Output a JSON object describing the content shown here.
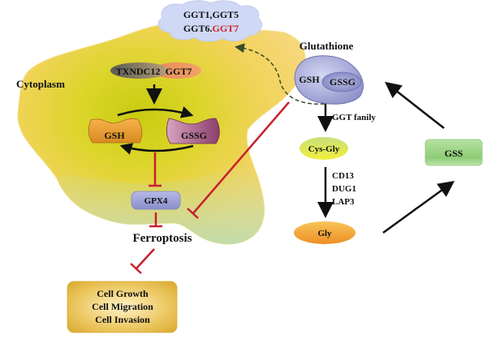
{
  "cloud": {
    "line1": "GGT1,GGT5",
    "line2_prefix": "GGT6.",
    "line2_highlight": "GGT7"
  },
  "cytoplasm": {
    "label": "Cytoplasm"
  },
  "complex": {
    "left": "TXNDC12",
    "right": "GGT7"
  },
  "cycle": {
    "left": "GSH",
    "right": "GSSG"
  },
  "gpx4": {
    "label": "GPX4"
  },
  "ferroptosis": {
    "label": "Ferroptosis"
  },
  "outcomes": {
    "lines": [
      "Cell Growth",
      "Cell Migration",
      "Cell Invasion"
    ]
  },
  "glutathione": {
    "title": "Glutathione",
    "inner_left": "GSH",
    "inner_right": "GSSG"
  },
  "ggt_family": {
    "label": "GGT fanily"
  },
  "cys_gly": {
    "label": "Cys-Gly"
  },
  "enzymes": {
    "lines": [
      "CD13",
      "DUG1",
      "LAP3"
    ]
  },
  "gly": {
    "label": "Gly"
  },
  "gss": {
    "label": "GSS"
  },
  "colors": {
    "highlight_red": "#d0202a",
    "inhibit_red": "#c8202c",
    "cloud_blue": "#cfd8f4",
    "glutathione_purple": "#a9abd8",
    "gpx4_purple": "#9fa3d6",
    "gss_green": "#9ed38a",
    "gly_orange": "#f3a13a",
    "outcome_gold": "#e6bf52"
  }
}
